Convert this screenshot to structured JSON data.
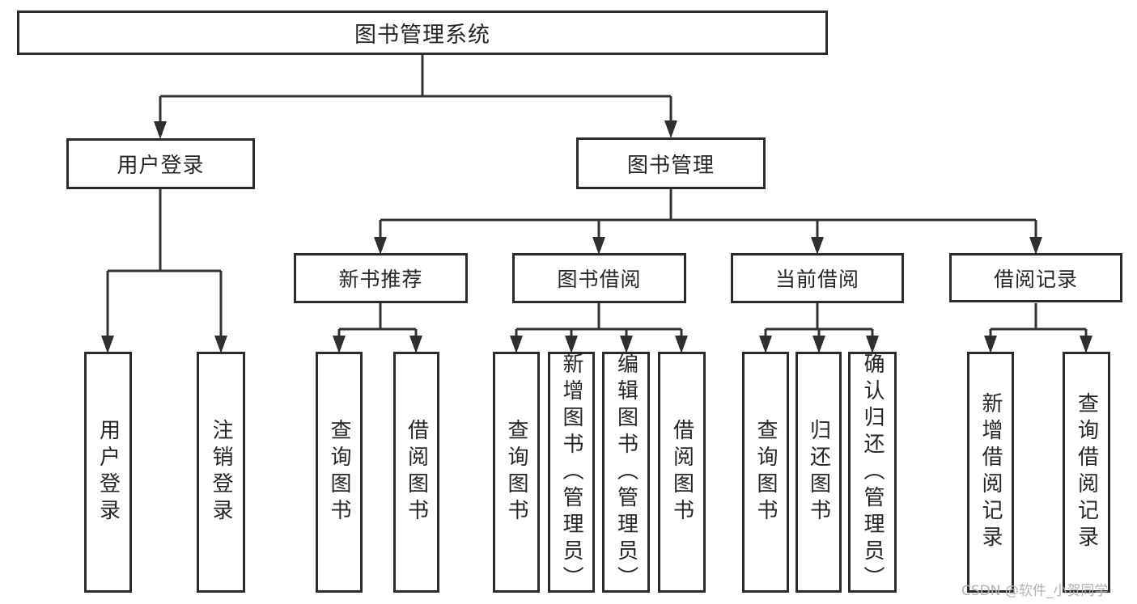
{
  "tree": {
    "label": "图书管理系统",
    "children": [
      {
        "label": "用户登录",
        "children": [
          {
            "label": "用户登录"
          },
          {
            "label": "注销登录"
          }
        ]
      },
      {
        "label": "图书管理",
        "children": [
          {
            "label": "新书推荐",
            "children": [
              {
                "label": "查询图书"
              },
              {
                "label": "借阅图书"
              }
            ]
          },
          {
            "label": "图书借阅",
            "children": [
              {
                "label": "查询图书"
              },
              {
                "label": "新增图书（管理员）"
              },
              {
                "label": "编辑图书（管理员）"
              },
              {
                "label": "借阅图书"
              }
            ]
          },
          {
            "label": "当前借阅",
            "children": [
              {
                "label": "查询图书"
              },
              {
                "label": "归还图书"
              },
              {
                "label": "确认归还（管理员）"
              }
            ]
          },
          {
            "label": "借阅记录",
            "children": [
              {
                "label": "新增借阅记录"
              },
              {
                "label": "查询借阅记录"
              }
            ]
          }
        ]
      }
    ]
  },
  "watermark": {
    "text": "CSDN @软件_小贺同学"
  },
  "colors": {
    "line": "#333333",
    "arrowhead": "#2f2f2f",
    "box_border": "#2b2b2b",
    "box_background": "#ffffff",
    "text": "#262626",
    "watermark": "#b3b3b3",
    "page_background": "#ffffff"
  }
}
